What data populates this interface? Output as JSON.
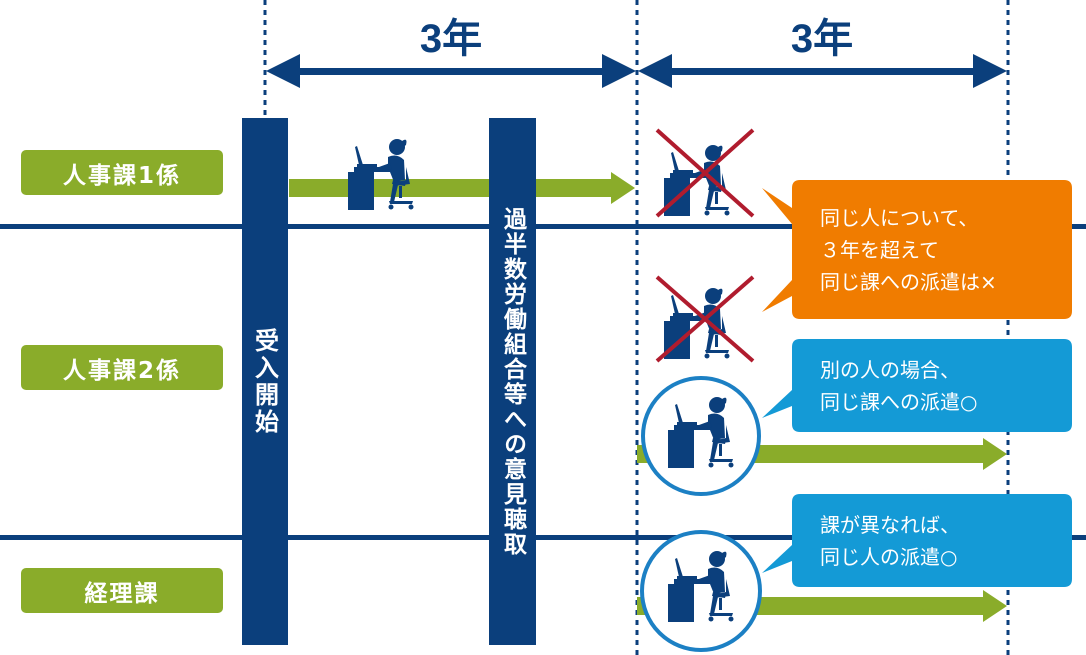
{
  "periods": [
    "3年",
    "3年"
  ],
  "departments": [
    {
      "label": "人事課1係"
    },
    {
      "label": "人事課2係"
    },
    {
      "label": "経理課"
    }
  ],
  "milestones": {
    "acceptance_start": "受入開始",
    "union_hearing": "過半数労働組合等への意見聴取"
  },
  "callouts": {
    "same_person": {
      "lines": [
        "同じ人について、",
        "３年を超えて",
        "同じ課への派遣は×"
      ],
      "color": "#f07c00"
    },
    "different_person": {
      "lines": [
        "別の人の場合、",
        "同じ課への派遣○"
      ],
      "color": "#149ad6"
    },
    "different_section": {
      "lines": [
        "課が異なれば、",
        "同じ人の派遣○"
      ],
      "color": "#149ad6"
    }
  },
  "colors": {
    "navy": "#0b3f7c",
    "green": "#8aac2a",
    "cross": "#b01c2e",
    "circle": "#1c80c4"
  },
  "icons": [
    "worker-at-desk-icon",
    "prohibited-worker-icon",
    "allowed-worker-icon"
  ]
}
